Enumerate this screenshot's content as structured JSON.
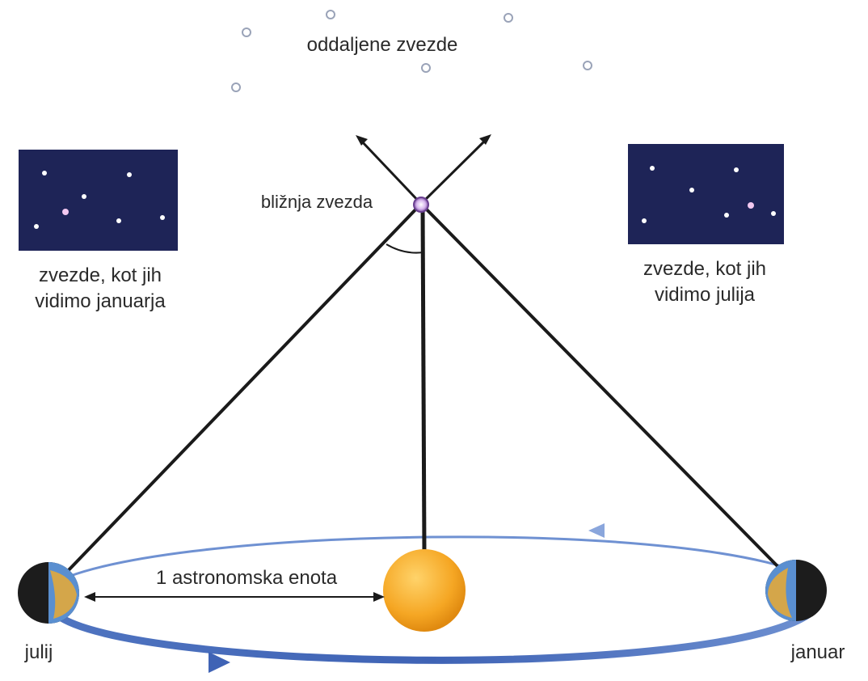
{
  "labels": {
    "distant_stars": "oddaljene zvezde",
    "nearby_star": "bližnja zvezda",
    "january_view_line1": "zvezde, kot jih",
    "january_view_line2": "vidimo januarja",
    "july_view_line1": "zvezde, kot jih",
    "july_view_line2": "vidimo julija",
    "astronomical_unit": "1 astronomska enota",
    "july": "julij",
    "january": "januar"
  },
  "colors": {
    "sky_panel": "#1e2457",
    "orbit": "#5b7ec4",
    "sun": "#f5a623",
    "nearby_star": "#c9a6e0",
    "distant_star": "#9aa3b8",
    "sight_line": "#1a1a1a",
    "earth_dark": "#1c1c1c",
    "earth_land": "#d4a64a",
    "earth_ocean": "#5a8fd0"
  }
}
